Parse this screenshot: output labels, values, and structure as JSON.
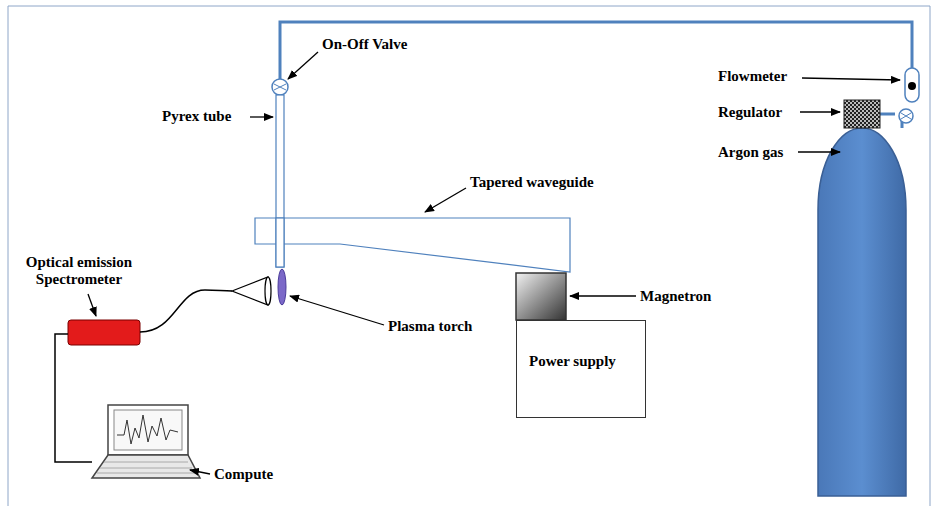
{
  "diagram": {
    "nodes": [
      {
        "text": [
          "Power supply"
        ]
      }
    ],
    "labels": [
      "On-Off Valve",
      "Pyrex tube",
      "Tapered waveguide",
      "Optical emission Spectrometer",
      "Plasma torch",
      "Magnetron",
      "Compute",
      "Flowmeter",
      "Regulator",
      "Argon gas"
    ]
  }
}
